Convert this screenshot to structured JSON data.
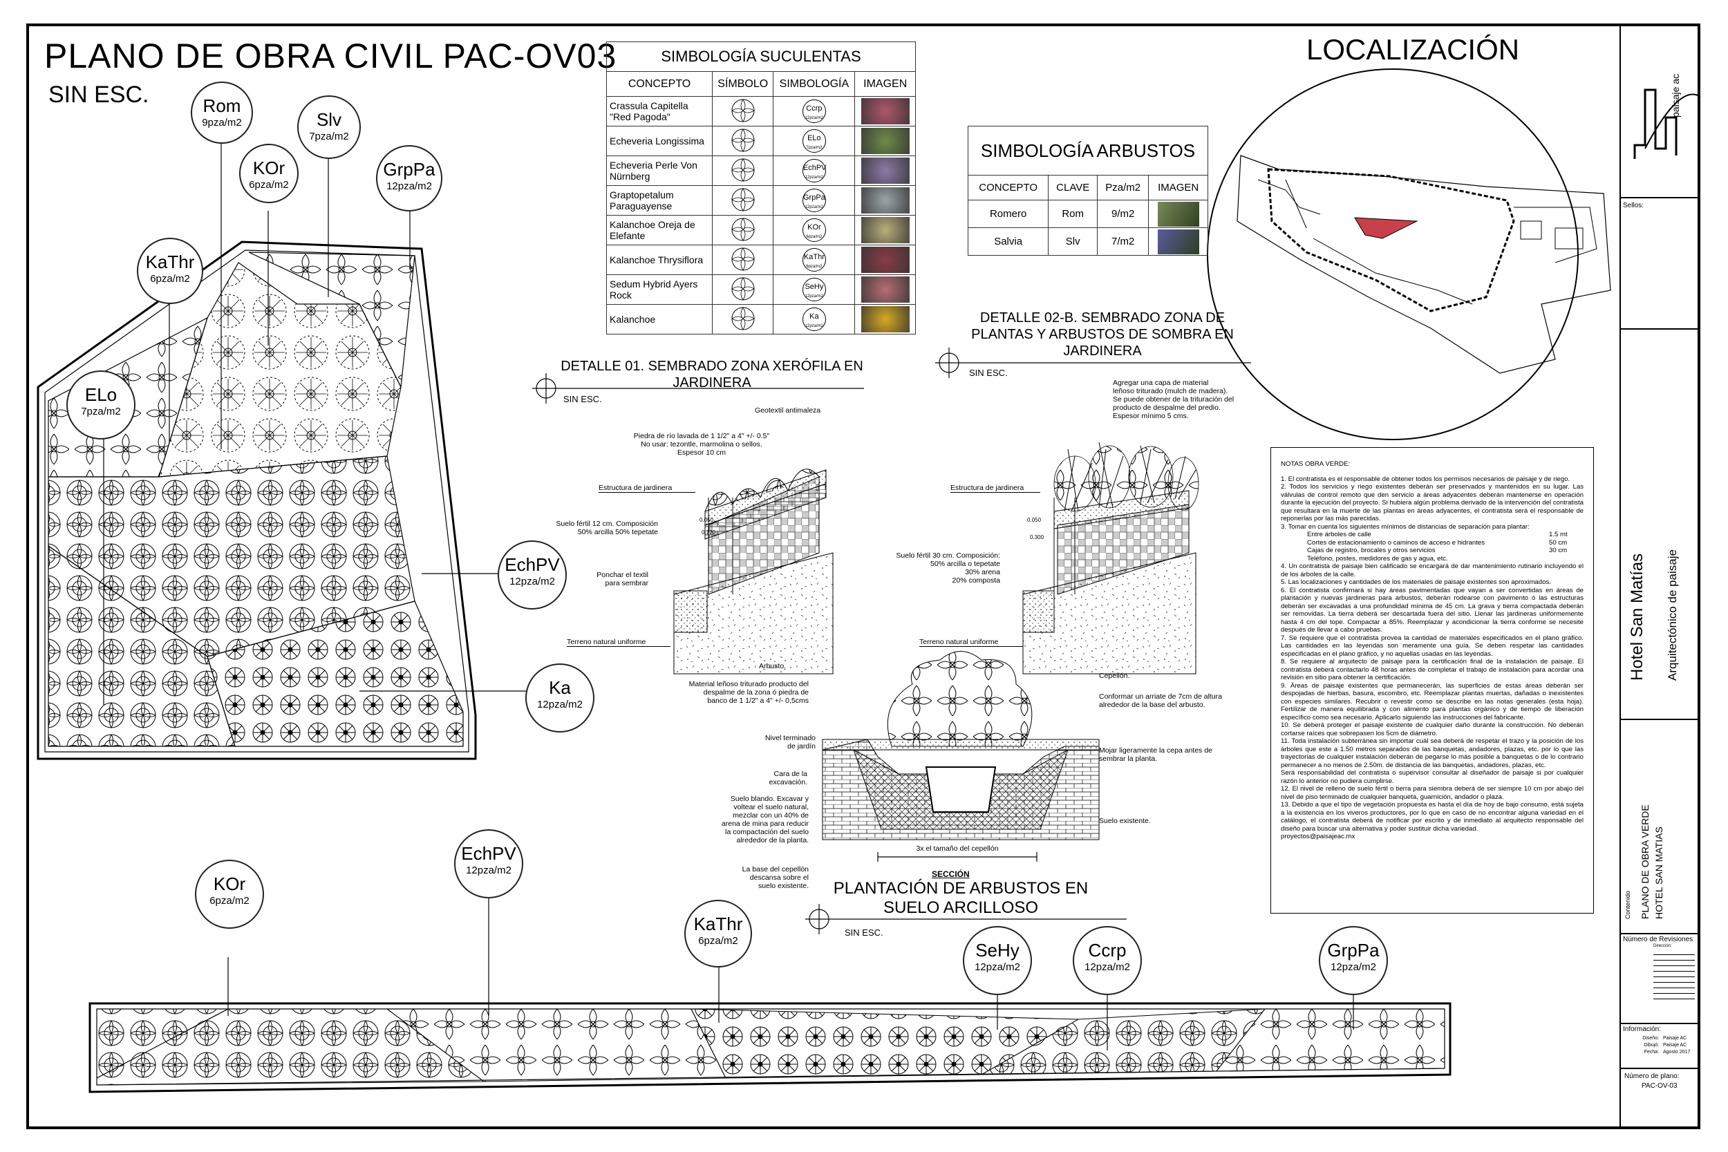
{
  "sheet": {
    "title": "PLANO DE OBRA CIVIL PAC-OV03",
    "scale": "SIN ESC.",
    "location_title": "LOCALIZACIÓN"
  },
  "bubbles": {
    "rom": {
      "code": "Rom",
      "density": "9pza/m2"
    },
    "slv": {
      "code": "Slv",
      "density": "7pza/m2"
    },
    "kor_top": {
      "code": "KOr",
      "density": "6pza/m2"
    },
    "grppa_top": {
      "code": "GrpPa",
      "density": "12pza/m2"
    },
    "kathr_top": {
      "code": "KaThr",
      "density": "6pza/m2"
    },
    "elo": {
      "code": "ELo",
      "density": "7pza/m2"
    },
    "echpv_top": {
      "code": "EchPV",
      "density": "12pza/m2"
    },
    "ka": {
      "code": "Ka",
      "density": "12pza/m2"
    },
    "kor_bottom": {
      "code": "KOr",
      "density": "6pza/m2"
    },
    "echpv_bottom": {
      "code": "EchPV",
      "density": "12pza/m2"
    },
    "kathr_bottom": {
      "code": "KaThr",
      "density": "6pza/m2"
    },
    "sehy": {
      "code": "SeHy",
      "density": "12pza/m2"
    },
    "ccrp": {
      "code": "Ccrp",
      "density": "12pza/m2"
    },
    "grppa_bottom": {
      "code": "GrpPa",
      "density": "12pza/m2"
    }
  },
  "succulents_table": {
    "title": "SIMBOLOGÍA SUCULENTAS",
    "headers": [
      "CONCEPTO",
      "SÍMBOLO",
      "SIMBOLOGÍA",
      "IMAGEN"
    ],
    "rows": [
      {
        "concept": "Crassula Capitella \"Red Pagoda\"",
        "code": "Ccrp",
        "density": "12pza/m2",
        "color": "#b0566a"
      },
      {
        "concept": "Echeveria Longissima",
        "code": "ELo",
        "density": "7pza/m2",
        "color": "#6f8a4a"
      },
      {
        "concept": "Echeveria Perle Von Nürnberg",
        "code": "EchPV",
        "density": "12pza/m2",
        "color": "#8c7aa6"
      },
      {
        "concept": "Graptopetalum Paraguayense",
        "code": "GrpPa",
        "density": "12pza/m2",
        "color": "#9aa4a8"
      },
      {
        "concept": "Kalanchoe Oreja de Elefante",
        "code": "KOr",
        "density": "6pza/m2",
        "color": "#b9ae7a"
      },
      {
        "concept": "Kalanchoe Thrysiflora",
        "code": "KaThr",
        "density": "6pza/m2",
        "color": "#8a3b46"
      },
      {
        "concept": "Sedum Hybrid Ayers Rock",
        "code": "SeHy",
        "density": "12pza/m2",
        "color": "#b56d73"
      },
      {
        "concept": "Kalanchoe",
        "code": "Ka",
        "density": "12pza/m2",
        "color": "#d6a820"
      }
    ]
  },
  "shrubs_table": {
    "title": "SIMBOLOGÍA ARBUSTOS",
    "headers": [
      "CONCEPTO",
      "CLAVE",
      "Pza/m2",
      "IMAGEN"
    ],
    "rows": [
      {
        "concept": "Romero",
        "code": "Rom",
        "density": "9/m2",
        "color": "#7a8a5a"
      },
      {
        "concept": "Salvia",
        "code": "Slv",
        "density": "7/m2",
        "color": "#5a5aa0"
      }
    ]
  },
  "detail01": {
    "title": "DETALLE 01. SEMBRADO ZONA XERÓFILA EN JARDINERA",
    "scale": "SIN ESC.",
    "labels": {
      "geotextil": "Geotextil antimaleza",
      "piedra": "Piedra de río lavada de 1 1/2\" a 4\" +/- 0.5\"\nNo usar: tezontle, marmolina o sellos.\nEspesor 10 cm",
      "estructura": "Estructura de jardinera",
      "suelo": "Suelo fértil 12 cm. Composición\n50% arcilla 50% tepetate",
      "ponchar": "Ponchar el textil\npara sembrar",
      "terreno": "Terreno natural uniforme",
      "dim1": "0.050",
      "dim2": "0.120"
    }
  },
  "detail02": {
    "title": "DETALLE 02-B. SEMBRADO ZONA DE PLANTAS Y ARBUSTOS DE SOMBRA  EN JARDINERA",
    "scale": "SIN ESC.",
    "labels": {
      "mulch": "Agregar una capa de material\nleñoso triturado (mulch de madera).\nSe puede obtener de la trituración del\nproducto de despalme del predio.\nEspesor mínimo 5 cms.",
      "estructura": "Estructura de jardinera",
      "suelo": "Suelo fértil 30 cm. Composición:\n50% arcilla o tepetate\n30% arena\n20% composta",
      "terreno": "Terreno natural uniforme",
      "dim1": "0.050",
      "dim2": "0.300"
    }
  },
  "section": {
    "tag": "SECCIÓN",
    "title": "PLANTACIÓN DE ARBUSTOS EN SUELO ARCILLOSO",
    "scale": "SIN ESC.",
    "labels": {
      "arbusto": "Arbusto.",
      "material": "Material leñoso triturado producto del\ndespalme de la zona ó piedra de\nbanco de 1 1/2\" a 4\" +/- 0,5cms",
      "nivel": "Nivel terminado\nde jardín",
      "cara": "Cara de la\nexcavación.",
      "suelo_blando": "Suelo blando. Excavar y\nvoltear el suelo natural,\nmezclar con un 40% de\narena de mina para reducir\nla compactación del suelo\nalrededor de la planta.",
      "base": "La base del cepellón\ndescansa sobre el\nsuelo existente.",
      "cepellon": "Cepellón.",
      "arriate": "Conformar un arriate de 7cm de altura\nalrededor de la base del arbusto.",
      "mojar": "Mojar ligeramente la cepa antes de\nsembrar la planta.",
      "suelo_existente": "Suelo existente.",
      "tamano": "3x el tamaño del cepellón"
    }
  },
  "notes": {
    "title": "NOTAS OBRA VERDE:",
    "items": [
      "1. El contratista es el responsable de obtener todos los permisos necesarios de paisaje y de riego.",
      "2. Todos los servicios y riego existentes deberán ser preservados y mantenidos en su lugar. Las válvulas de control remoto que den servicio a áreas adyacentes deberán mantenerse en operación durante la ejecución del proyecto. Si hubiera algún problema derivado de la intervención del contratista que resultara en la muerte de las plantas en áreas adyacentes, el contratista será el responsable de reponerlas por las más parecidas.",
      "3. Tomar en cuenta los siguientes mínimos de distancias de separación para plantar:"
    ],
    "distances": [
      {
        "label": "Entre árboles de calle",
        "value": "1.5 mt"
      },
      {
        "label": "Cortes de estacionamiento o caminos de acceso e hidrantes",
        "value": "50 cm"
      },
      {
        "label": "Cajas de registro, brocales y otros servicios",
        "value": "30 cm"
      },
      {
        "label": "Teléfono, postes, medidores de gas y agua, etc.",
        "value": ""
      }
    ],
    "items_after": [
      "4. Un contratista de paisaje bien calificado se encargará de dar mantenimiento rutinario incluyendo el de los árboles de la calle.",
      "5. Las localizaciones y cantidades de los materiales de paisaje existentes son aproximados.",
      "6. El contratista confirmará si hay áreas pavimentadas que vayan a ser convertidas en áreas de plantación y nuevas jardineras para arbustos, deberán rodearse con pavimento ó las estructuras deberán ser excavadas a una profundidad mínima de 45 cm. La grava y tierra compactada deberán ser removidas. La tierra deberá ser descartada fuera del sitio. Llenar las jardineras uniformemente hasta 4 cm del tope. Compactar a 85%. Reemplazar y acondicionar la tierra conforme se necesite después de llevar a cabo pruebas.",
      "7. Se requiere que el contratista provea la cantidad de materiales especificados en el plano gráfico. Las cantidades en las leyendas son meramente una guía. Se deben respetar las cantidades especificadas en el plano gráfico, y no aquellas usadas en las leyendas.",
      "8. Se requiere al arquitecto de paisaje para la certificación final de la instalación de paisaje. El contratista deberá contactarlo 48 horas antes de completar el trabajo de instalación para acordar una revisión en sitio para obtener la certificación.",
      "9. Áreas de paisaje existentes que permanecerán, las superficies de estas áreas deberán ser despojadas de hierbas, basura, escombro, etc. Reemplazar plantas muertas, dañadas o inexistentes con especies similares. Recubrir o revestir como se describe en las notas generales (esta hoja). Fertilizar de manera equilibrada y con alimento para plantas orgánico y de tiempo de liberación específico como sea necesario. Aplicarlo siguiendo las instrucciones del fabricante.",
      "10. Se deberá proteger el paisaje existente de cualquier daño durante la construcción. No deberán cortarse raíces que sobrepasen los 5cm de diámetro.",
      "11. Toda instalación subterránea sin importar cuál sea deberá de respetar el trazo y la posición de los árboles que este a 1.50 metros separados de las banquetas, andadores, plazas, etc. por lo que las trayectorias de cualquier instalación deberán de pegarse lo más posible a banquetas o de lo contrario permanecer a no menos de 2.50m. de distancia de las banquetas, andadores, plazas, etc.",
      "Será responsabilidad del contratista o supervisor consultar al diseñador de paisaje si por cualquier razón lo anterior no pudiera cumplirse.",
      "12. El nivel de relleno de suelo fértil o tierra para siembra deberá de ser siempre 10 cm por abajo del nivel de piso terminado de cualquier banqueta, guarnición, andador o plaza.",
      "13. Debido a que el tipo de vegetación propuesta es hasta el día de hoy de bajo consumo, está sujeta a la existencia en los viveros productores, por lo que en caso de no encontrar alguna variedad en el catálogo, el contratista deberá de notificar por escrito y de inmediato al arquitecto responsable del diseño para buscar una alternativa y poder sustituir dicha variedad.",
      "proyectos@paisajeac.mx"
    ]
  },
  "title_block": {
    "logo_text": "paisaje ac",
    "sellos": "Sellos:",
    "project": "Hotel San Matías",
    "firm": "Arquitectónico de paisaje",
    "contenido_label": "Contenido",
    "contenido_1": "PLANO DE OBRA VERDE",
    "contenido_2": "HOTEL SAN MATIAS",
    "revisiones": "Número de Revisiones",
    "revisiones_sub": "Dirección:",
    "informacion": "Información:",
    "info_rows": [
      {
        "k": "Diseño:",
        "v": "Paisaje AC"
      },
      {
        "k": "Dibujó:",
        "v": "Paisaje AC"
      },
      {
        "k": "Fecha:",
        "v": "Agosto 2017"
      }
    ],
    "plano_label": "Número de plano:",
    "plano_value": "PAC-OV-03"
  },
  "colors": {
    "highlight": "#c8404a",
    "ink": "#000000"
  }
}
